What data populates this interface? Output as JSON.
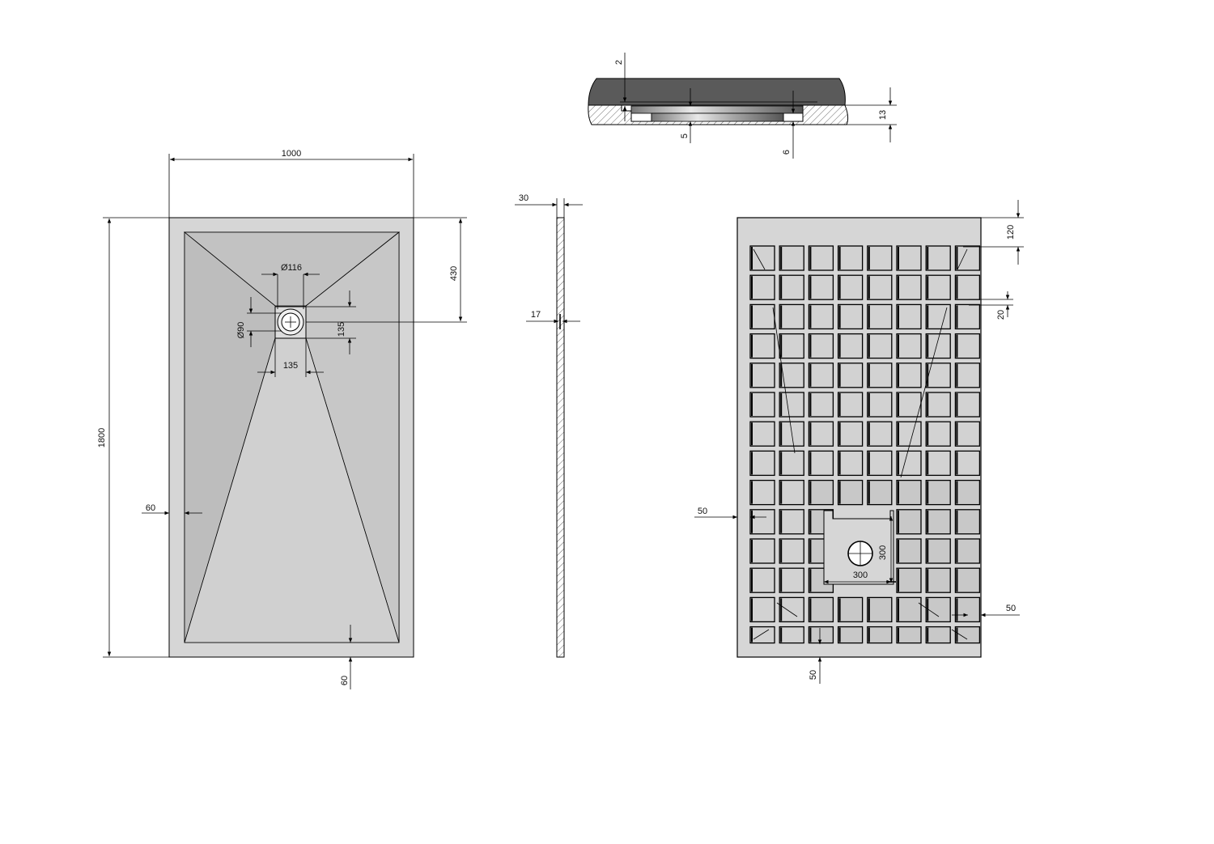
{
  "top_view": {
    "width": "1000",
    "length": "1800",
    "drain_offset": "430",
    "grate_diameter": "Ø116",
    "drain_diameter": "Ø90",
    "grate_width": "135",
    "grate_height": "135",
    "rim_side": "60",
    "rim_bottom": "60"
  },
  "section_view": {
    "top_recess": "2",
    "drain_depth": "5",
    "drain_offset": "6",
    "thickness": "13"
  },
  "side_view": {
    "thickness": "30",
    "thickness_inner": "17"
  },
  "bottom_view": {
    "edge_top": "120",
    "rib": "20",
    "edge_left": "50",
    "edge_right": "50",
    "edge_bottom": "50",
    "cutout_width": "300",
    "cutout_height": "300"
  },
  "colors": {
    "tray": "#d6d6d6",
    "slope": "#c3c3c3",
    "recess": "#5a5a5a",
    "cell": "#cfcfcf"
  }
}
